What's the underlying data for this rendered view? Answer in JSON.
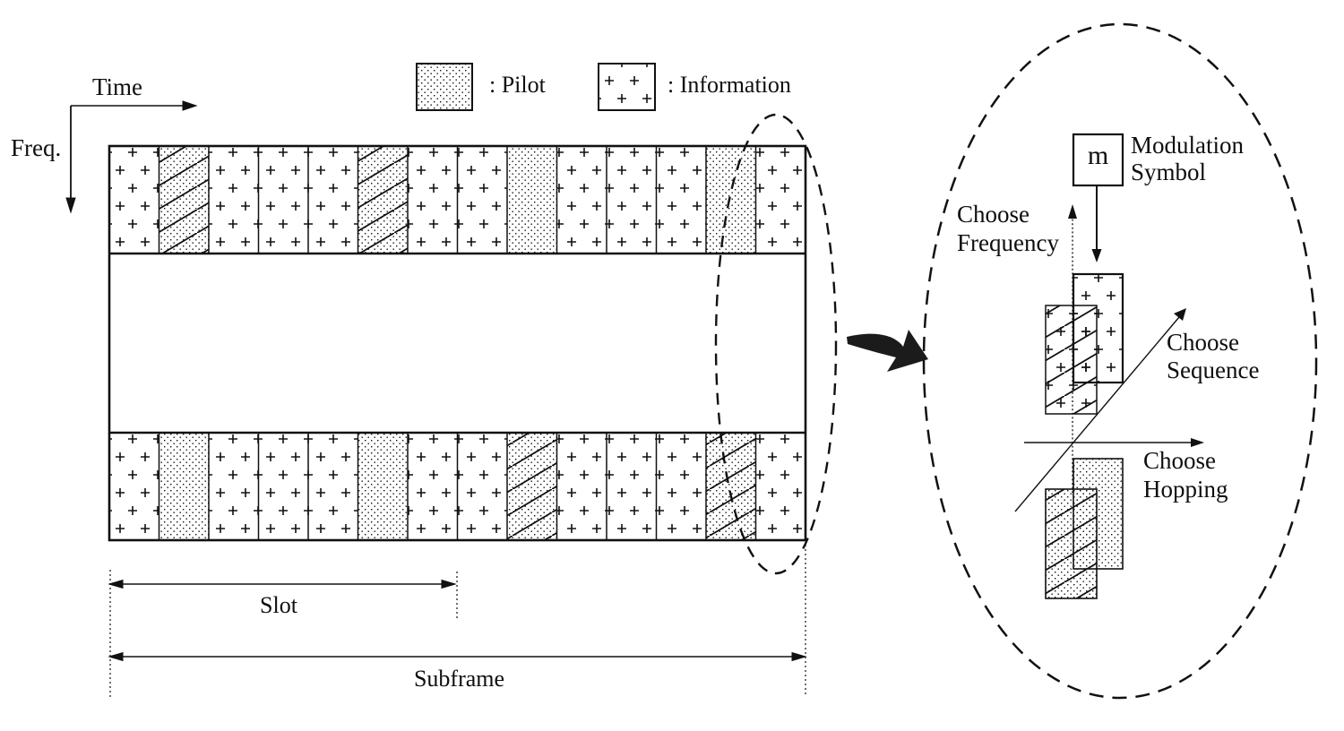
{
  "figure": {
    "axis_time": "Time",
    "axis_freq": "Freq."
  },
  "legend": {
    "pilot": ": Pilot",
    "information": ": Information"
  },
  "grid": {
    "rows": [
      {
        "id": "top-frequency-band",
        "cells": [
          "information",
          "pilot-hatched",
          "information",
          "information",
          "information",
          "pilot-hatched",
          "information",
          "information",
          "pilot",
          "information",
          "information",
          "information",
          "pilot",
          "information"
        ]
      },
      {
        "id": "bottom-frequency-band",
        "cells": [
          "information",
          "pilot",
          "information",
          "information",
          "information",
          "pilot",
          "information",
          "information",
          "pilot-hatched",
          "information",
          "information",
          "information",
          "pilot-hatched",
          "information"
        ]
      }
    ]
  },
  "annotations": {
    "slot": "Slot",
    "subframe": "Subframe"
  },
  "detail": {
    "modulation_symbol": "m",
    "modulation_label": {
      "line1": "Modulation",
      "line2": "Symbol"
    },
    "choose_frequency": {
      "line1": "Choose",
      "line2": "Frequency"
    },
    "choose_sequence": {
      "line1": "Choose",
      "line2": "Sequence"
    },
    "choose_hopping": {
      "line1": "Choose",
      "line2": "Hopping"
    }
  },
  "colors": {
    "ink": "#111111",
    "background": "#ffffff"
  }
}
